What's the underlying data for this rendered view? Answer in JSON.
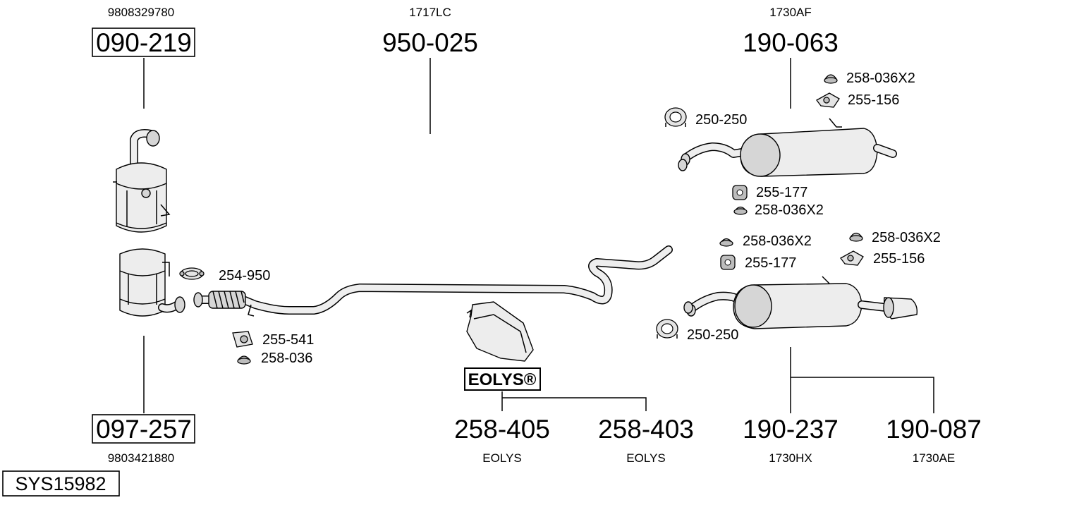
{
  "system_code": "SYS15982",
  "assemblies": {
    "dpf_upper": {
      "part_no": "090-219",
      "oe_ref": "9808329780"
    },
    "dpf_lower": {
      "part_no": "097-257",
      "oe_ref": "9803421880"
    },
    "center_pipe": {
      "part_no": "950-025",
      "oe_ref": "1717LC"
    },
    "rear_silencer_top": {
      "part_no": "190-063",
      "oe_ref": "1730AF"
    },
    "rear_silencer_a": {
      "part_no": "190-237",
      "oe_ref": "1730HX"
    },
    "rear_silencer_b": {
      "part_no": "190-087",
      "oe_ref": "1730AE"
    },
    "additive_tank_a": {
      "part_no": "258-405",
      "oe_ref": "EOLYS"
    },
    "additive_tank_b": {
      "part_no": "258-403",
      "oe_ref": "EOLYS"
    }
  },
  "brand_label": "EOLYS®",
  "fittings": {
    "clamp_254_950": "254-950",
    "mount_255_541": "255-541",
    "nut_258_036": "258-036",
    "clamp_250_250_top": "250-250",
    "nut_258_036x2_a": "258-036X2",
    "bracket_255_156_a": "255-156",
    "rubber_255_177_a": "255-177",
    "nut_258_036x2_b": "258-036X2",
    "nut_258_036x2_c": "258-036X2",
    "rubber_255_177_b": "255-177",
    "nut_258_036x2_d": "258-036X2",
    "bracket_255_156_b": "255-156",
    "clamp_250_250_bottom": "250-250"
  }
}
